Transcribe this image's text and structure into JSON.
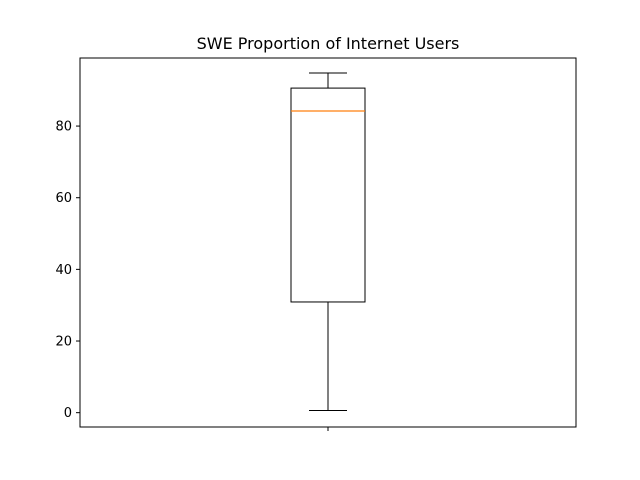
{
  "chart_data": {
    "type": "box",
    "title": "SWE Proportion of Internet Users",
    "xlabel": "",
    "ylabel": "",
    "ylim": [
      -4,
      99
    ],
    "yticks": [
      0,
      20,
      40,
      60,
      80
    ],
    "grid": false,
    "box": {
      "whisker_low": 0.6,
      "q1": 30.9,
      "median": 84.2,
      "q3": 90.6,
      "whisker_high": 94.8
    },
    "colors": {
      "box": "#000000",
      "median": "#ff7f0e",
      "axes": "#000000"
    }
  }
}
